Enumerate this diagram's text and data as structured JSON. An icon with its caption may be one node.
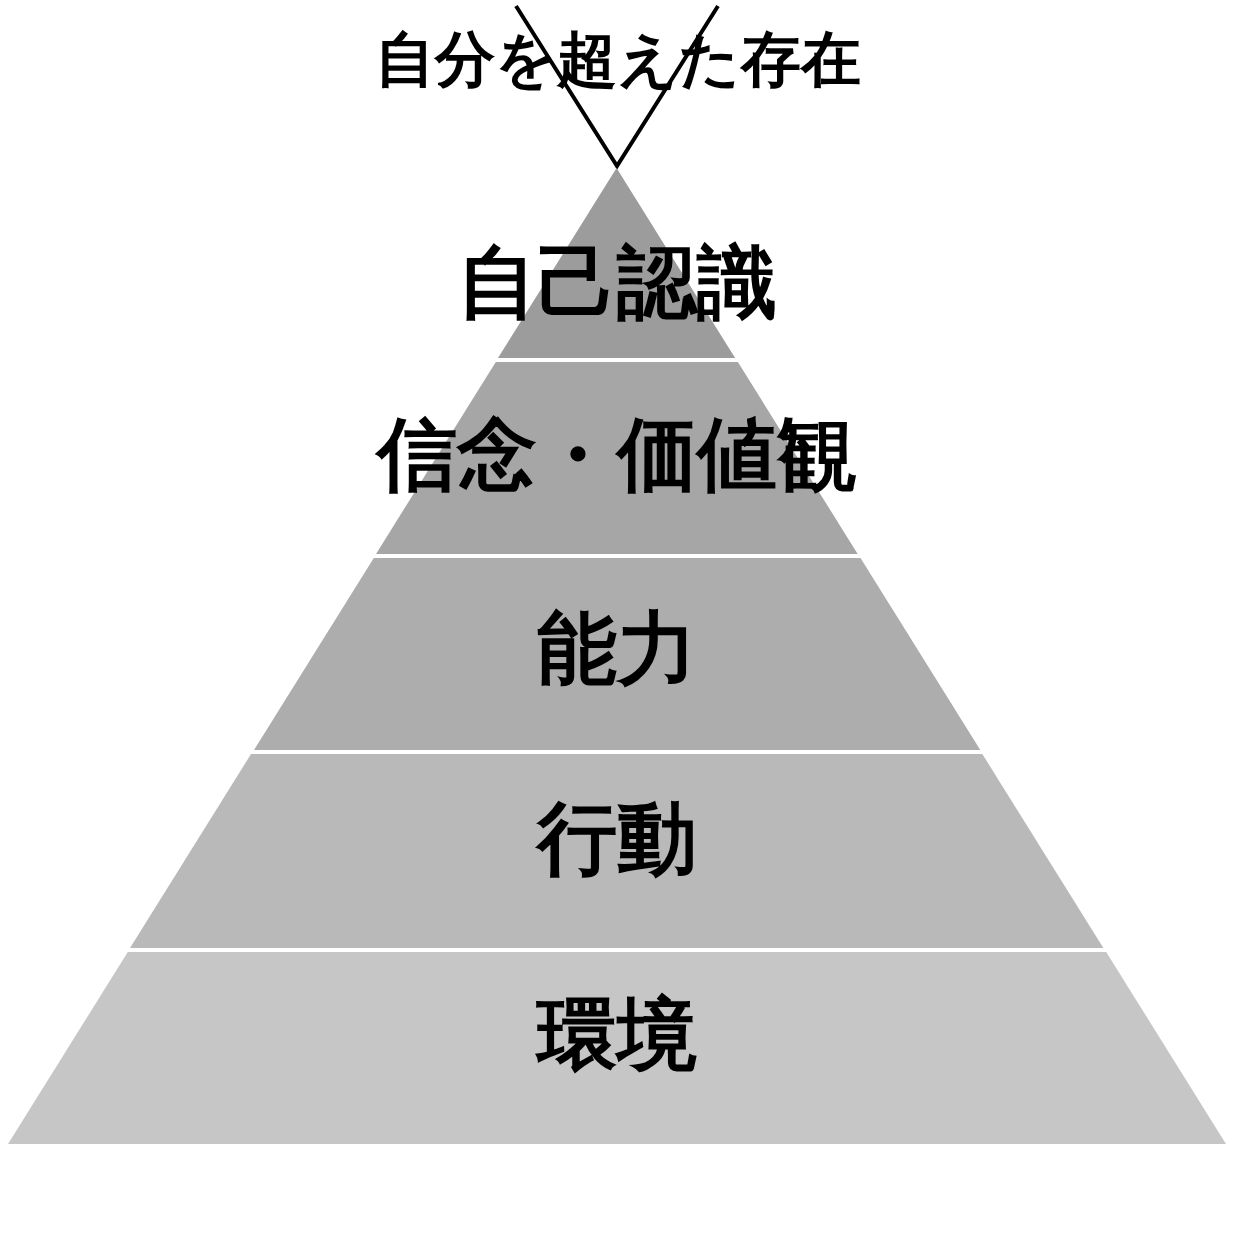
{
  "diagram": {
    "nodes": [
      {
        "text": [
          "自己認識"
        ]
      },
      {
        "text": [
          "信念・価値観"
        ]
      },
      {
        "text": [
          "能力"
        ]
      },
      {
        "text": [
          "行動"
        ]
      },
      {
        "text": [
          "環境"
        ]
      }
    ],
    "labels": [
      "自分を超えた存在"
    ]
  }
}
